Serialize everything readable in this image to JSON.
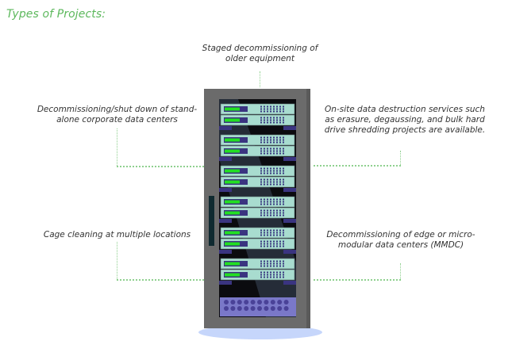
{
  "title": "Types of Projects:",
  "labels": {
    "top": "Staged decommissioning of older equipment",
    "top_left": "Decommissioning/shut down of stand-alone corporate data centers",
    "top_right": "On-site data destruction services such as erasure, degaussing, and bulk hard drive shredding projects are available.",
    "bottom_left": "Cage cleaning at multiple locations",
    "bottom_right": "Decommissioning of edge or micro-modular data centers (MMDC)"
  },
  "colors": {
    "title": "#5cb85c",
    "connector": "#8fd08f",
    "rack_frame": "#6b6b6b",
    "rack_inner": "#0b0b0f",
    "server_face": "#a8dccf",
    "led": "#22e022",
    "rail": "#3a3480",
    "vent_panel": "#7a78c8",
    "shadow": "#c6d6fb"
  },
  "rack": {
    "server_groups": 6,
    "units_per_group": 2
  }
}
